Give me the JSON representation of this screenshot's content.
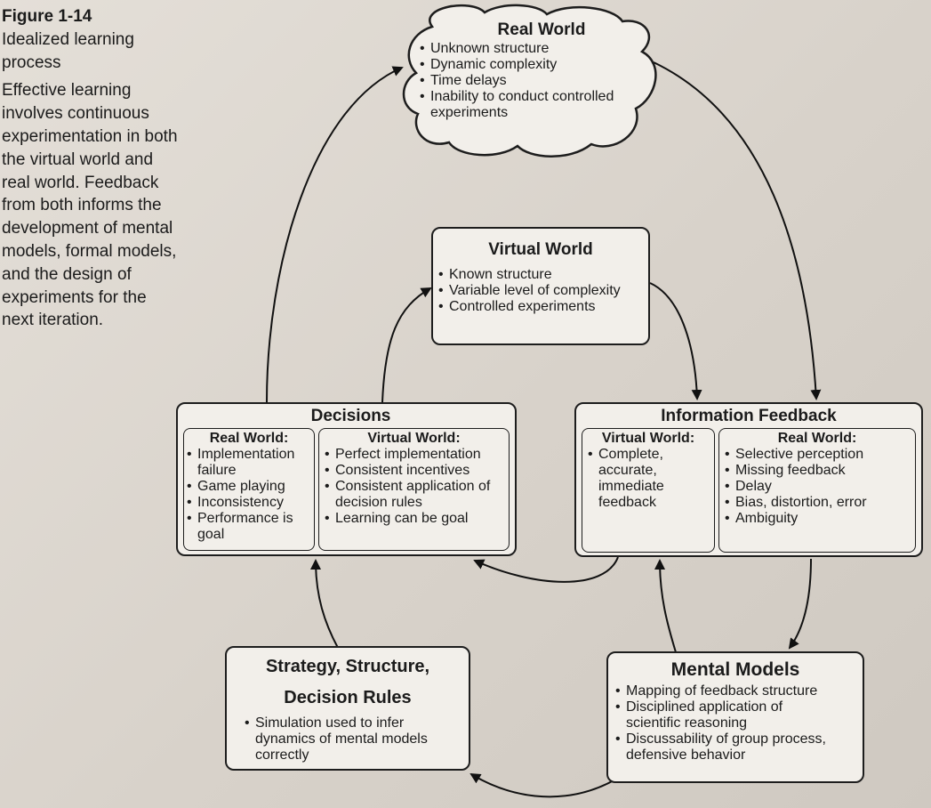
{
  "caption": {
    "figure_label": "Figure 1-14",
    "title": "Idealized learning process",
    "description": "Effective learning involves continuous experimentation in both the virtual world and real world. Feedback from both informs the development of mental models, formal models, and the design of experiments for the next iteration."
  },
  "real_world": {
    "title": "Real World",
    "items": [
      "Unknown structure",
      "Dynamic complexity",
      "Time delays",
      "Inability to conduct controlled experiments"
    ]
  },
  "virtual_world": {
    "title": "Virtual World",
    "items": [
      "Known structure",
      "Variable level of complexity",
      "Controlled experiments"
    ]
  },
  "decisions": {
    "title": "Decisions",
    "real": {
      "title": "Real World:",
      "items": [
        "Implementation failure",
        "Game playing",
        "Inconsistency",
        "Performance is goal"
      ]
    },
    "virtual": {
      "title": "Virtual World:",
      "items": [
        "Perfect implementation",
        "Consistent incentives",
        "Consistent application of decision rules",
        "Learning can be goal"
      ]
    }
  },
  "information_feedback": {
    "title": "Information Feedback",
    "virtual": {
      "title": "Virtual World:",
      "items": [
        "Complete, accurate, immediate feedback"
      ]
    },
    "real": {
      "title": "Real World:",
      "items": [
        "Selective perception",
        "Missing feedback",
        "Delay",
        "Bias, distortion, error",
        "Ambiguity"
      ]
    }
  },
  "mental_models": {
    "title": "Mental Models",
    "items": [
      "Mapping of feedback structure",
      "Disciplined application of scientific reasoning",
      "Discussability of group process, defensive behavior"
    ]
  },
  "strategy": {
    "title_line1": "Strategy, Structure,",
    "title_line2": "Decision Rules",
    "items": [
      "Simulation used to infer dynamics of mental models correctly"
    ]
  }
}
